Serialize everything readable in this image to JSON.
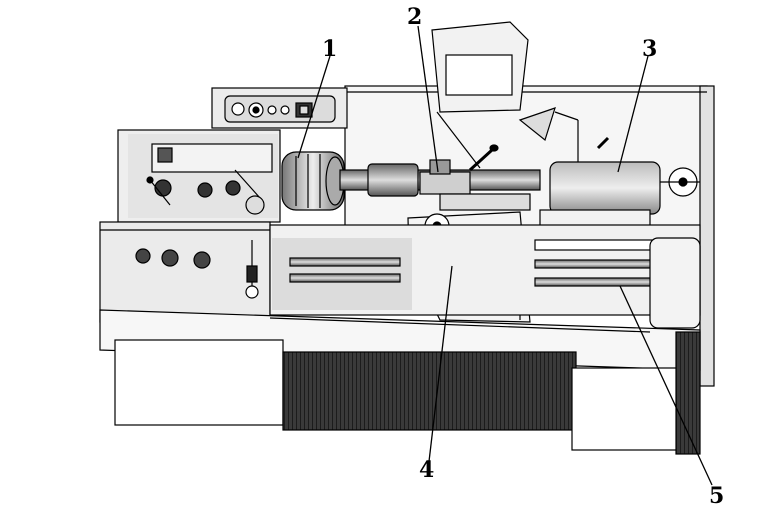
{
  "figure": {
    "subject": "lathe-illustration",
    "callouts": [
      {
        "id": "c1",
        "label": "1"
      },
      {
        "id": "c2",
        "label": "2"
      },
      {
        "id": "c3",
        "label": "3"
      },
      {
        "id": "c4",
        "label": "4"
      },
      {
        "id": "c5",
        "label": "5"
      }
    ]
  }
}
